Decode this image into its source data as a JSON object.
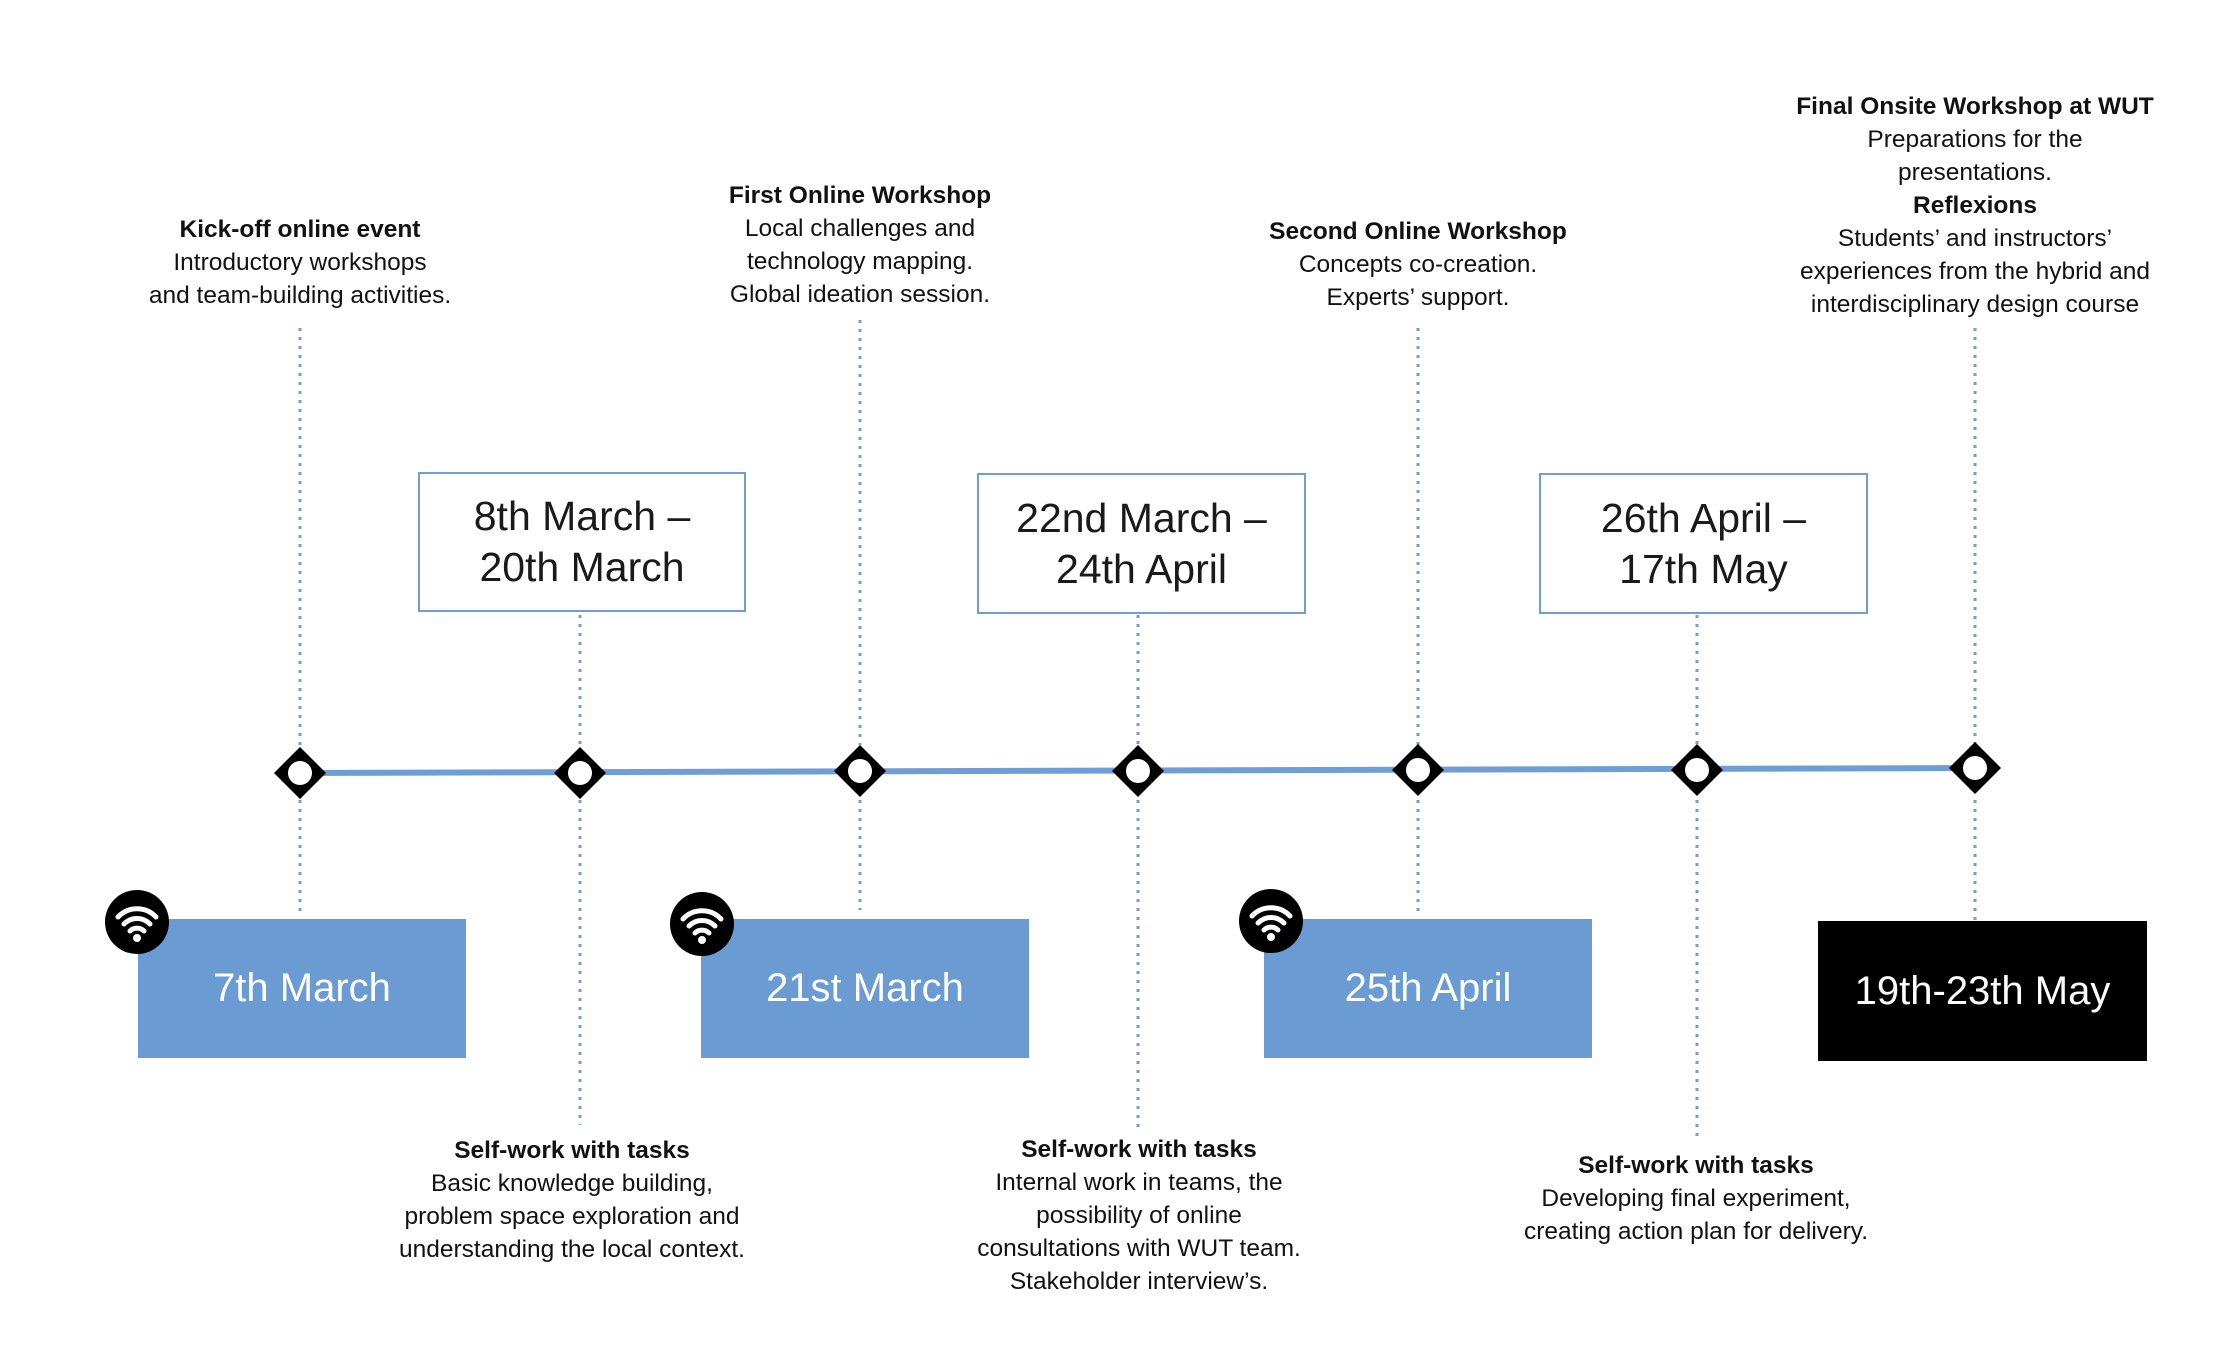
{
  "colors": {
    "accent_blue": "#6a9bd3",
    "box_border": "#6f9ed6",
    "timeline": "#6f9ed6",
    "onsite": "#000000",
    "text": "#111111"
  },
  "icons": {
    "online": "wifi-icon"
  },
  "milestones": [
    {
      "date": "7th March",
      "mode": "online",
      "title": "Kick-off online event",
      "lines": [
        "Introductory workshops",
        "and team-building activities."
      ]
    },
    {
      "date": "21st March",
      "mode": "online",
      "title": "First Online Workshop",
      "lines": [
        "Local challenges and",
        "technology mapping.",
        "Global ideation session."
      ]
    },
    {
      "date": "25th April",
      "mode": "online",
      "title": "Second Online Workshop",
      "lines": [
        "Concepts co-creation.",
        "Experts’ support."
      ]
    },
    {
      "date": "19th-23th May",
      "mode": "onsite",
      "title": "Final Onsite Workshop at WUT",
      "lines": [
        "Preparations for the",
        "presentations."
      ],
      "title2": "Reflexions",
      "lines2": [
        "Students’ and instructors’",
        "experiences from the hybrid and",
        "interdisciplinary design course"
      ]
    }
  ],
  "periods": [
    {
      "range_lines": [
        "8th March –",
        "20th March"
      ],
      "title": "Self-work with tasks",
      "lines": [
        "Basic knowledge building,",
        "problem space exploration and",
        "understanding the local context."
      ]
    },
    {
      "range_lines": [
        "22nd March –",
        "24th April"
      ],
      "title": "Self-work with tasks",
      "lines": [
        "Internal work in teams, the",
        "possibility of online",
        "consultations with WUT team.",
        "Stakeholder interview’s."
      ]
    },
    {
      "range_lines": [
        "26th April –",
        "17th May"
      ],
      "title": "Self-work with tasks",
      "lines": [
        "Developing final experiment,",
        "creating action plan for delivery."
      ]
    }
  ]
}
